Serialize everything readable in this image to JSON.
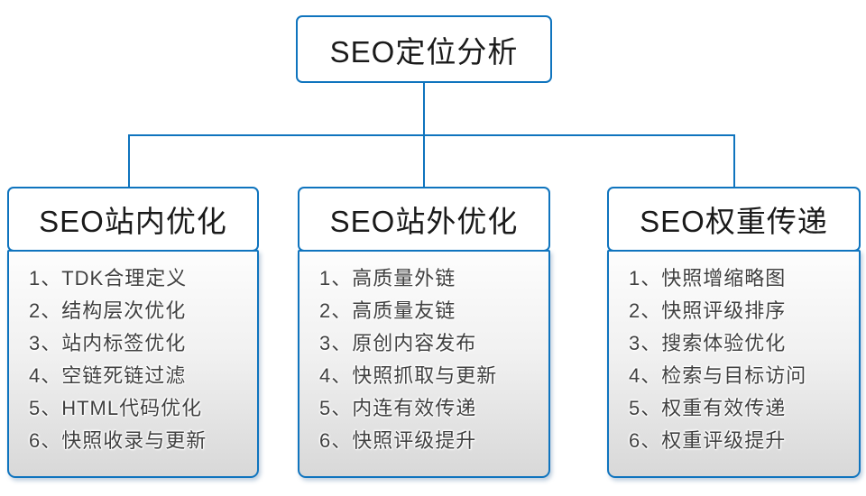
{
  "diagram": {
    "root": {
      "title": "SEO定位分析"
    },
    "branches": [
      {
        "title": "SEO站内优化",
        "items": [
          "1、TDK合理定义",
          "2、结构层次优化",
          "3、站内标签优化",
          "4、空链死链过滤",
          "5、HTML代码优化",
          "6、快照收录与更新"
        ]
      },
      {
        "title": "SEO站外优化",
        "items": [
          "1、高质量外链",
          "2、高质量友链",
          "3、原创内容发布",
          "4、快照抓取与更新",
          "5、内连有效传递",
          "6、快照评级提升"
        ]
      },
      {
        "title": "SEO权重传递",
        "items": [
          "1、快照增缩略图",
          "2、快照评级排序",
          "3、搜索体验优化",
          "4、检索与目标访问",
          "5、权重有效传递",
          "6、权重评级提升"
        ]
      }
    ],
    "colors": {
      "accent": "#0f74be",
      "header_text": "#1a1a1a",
      "list_text": "#404040",
      "list_bg_top": "#fdfdfd",
      "list_bg_bottom": "#d8d8d8"
    }
  }
}
